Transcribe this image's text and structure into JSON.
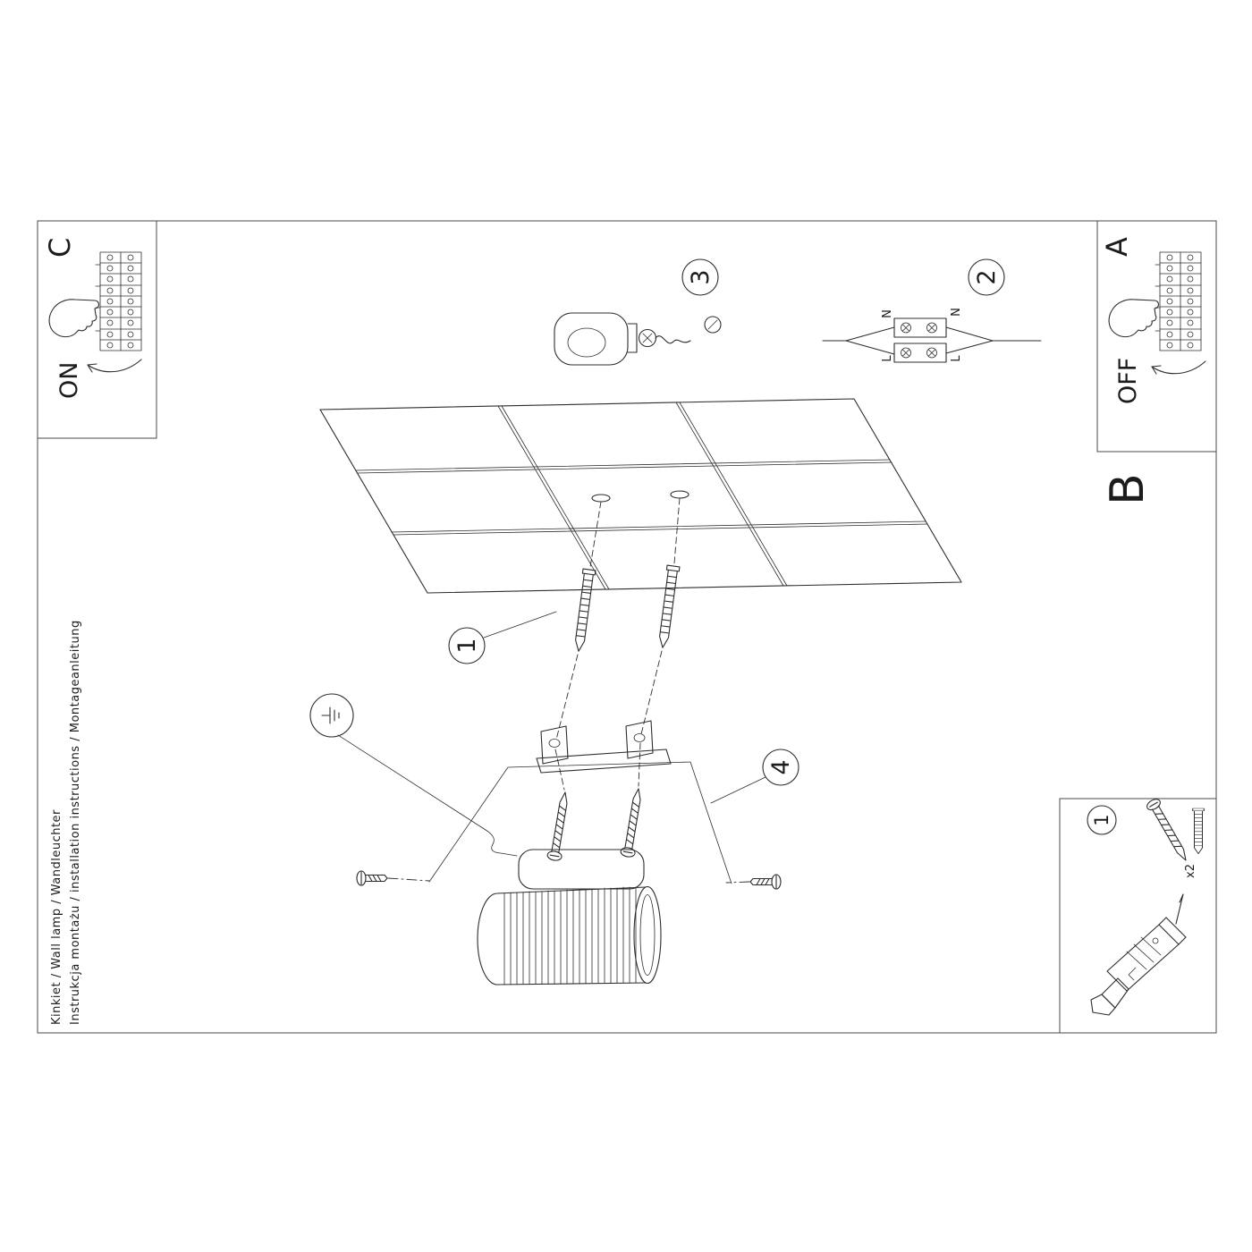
{
  "document": {
    "instructions_line": "Instrukcja montażu / installation instructions / Montageanleitung",
    "product_line": "Kinkiet / Wall lamp / Wandleuchter"
  },
  "sections": {
    "a": "A",
    "b": "B",
    "c": "C"
  },
  "power": {
    "on": "ON",
    "off": "OFF"
  },
  "step_badges": {
    "s1": "1",
    "s2": "2",
    "s3": "3",
    "s4": "4"
  },
  "wiring_labels": {
    "n_left": "N",
    "n_right": "N",
    "l_left": "L",
    "l_right": "L"
  },
  "parts_box": {
    "badge": "1",
    "quantity": "x2"
  },
  "colors": {
    "ink": "#2d2d2d",
    "paper": "#ffffff"
  }
}
